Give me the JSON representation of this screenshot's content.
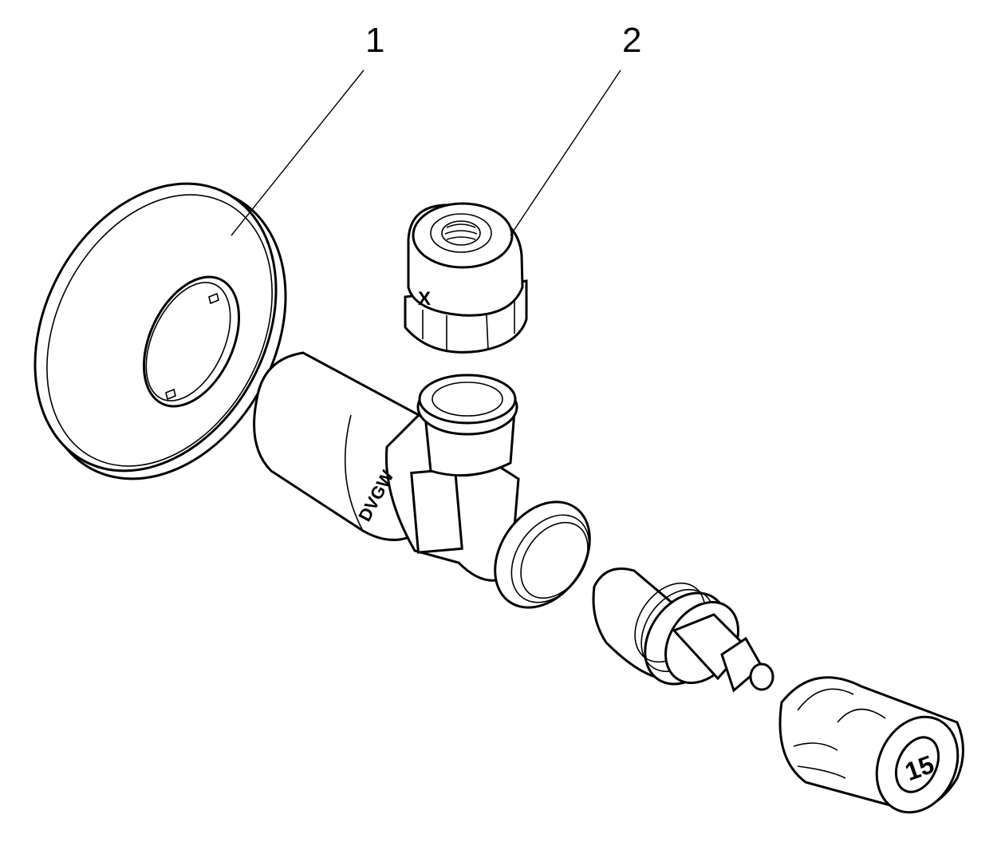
{
  "diagram": {
    "callouts": [
      {
        "label": "1",
        "part": "rosette"
      },
      {
        "label": "2",
        "part": "compression-nut"
      }
    ],
    "markings": {
      "body_stamp": "DVGW",
      "cap_number": "15",
      "nut_mark": "X"
    },
    "colors": {
      "line": "#000000",
      "background": "#ffffff"
    }
  }
}
